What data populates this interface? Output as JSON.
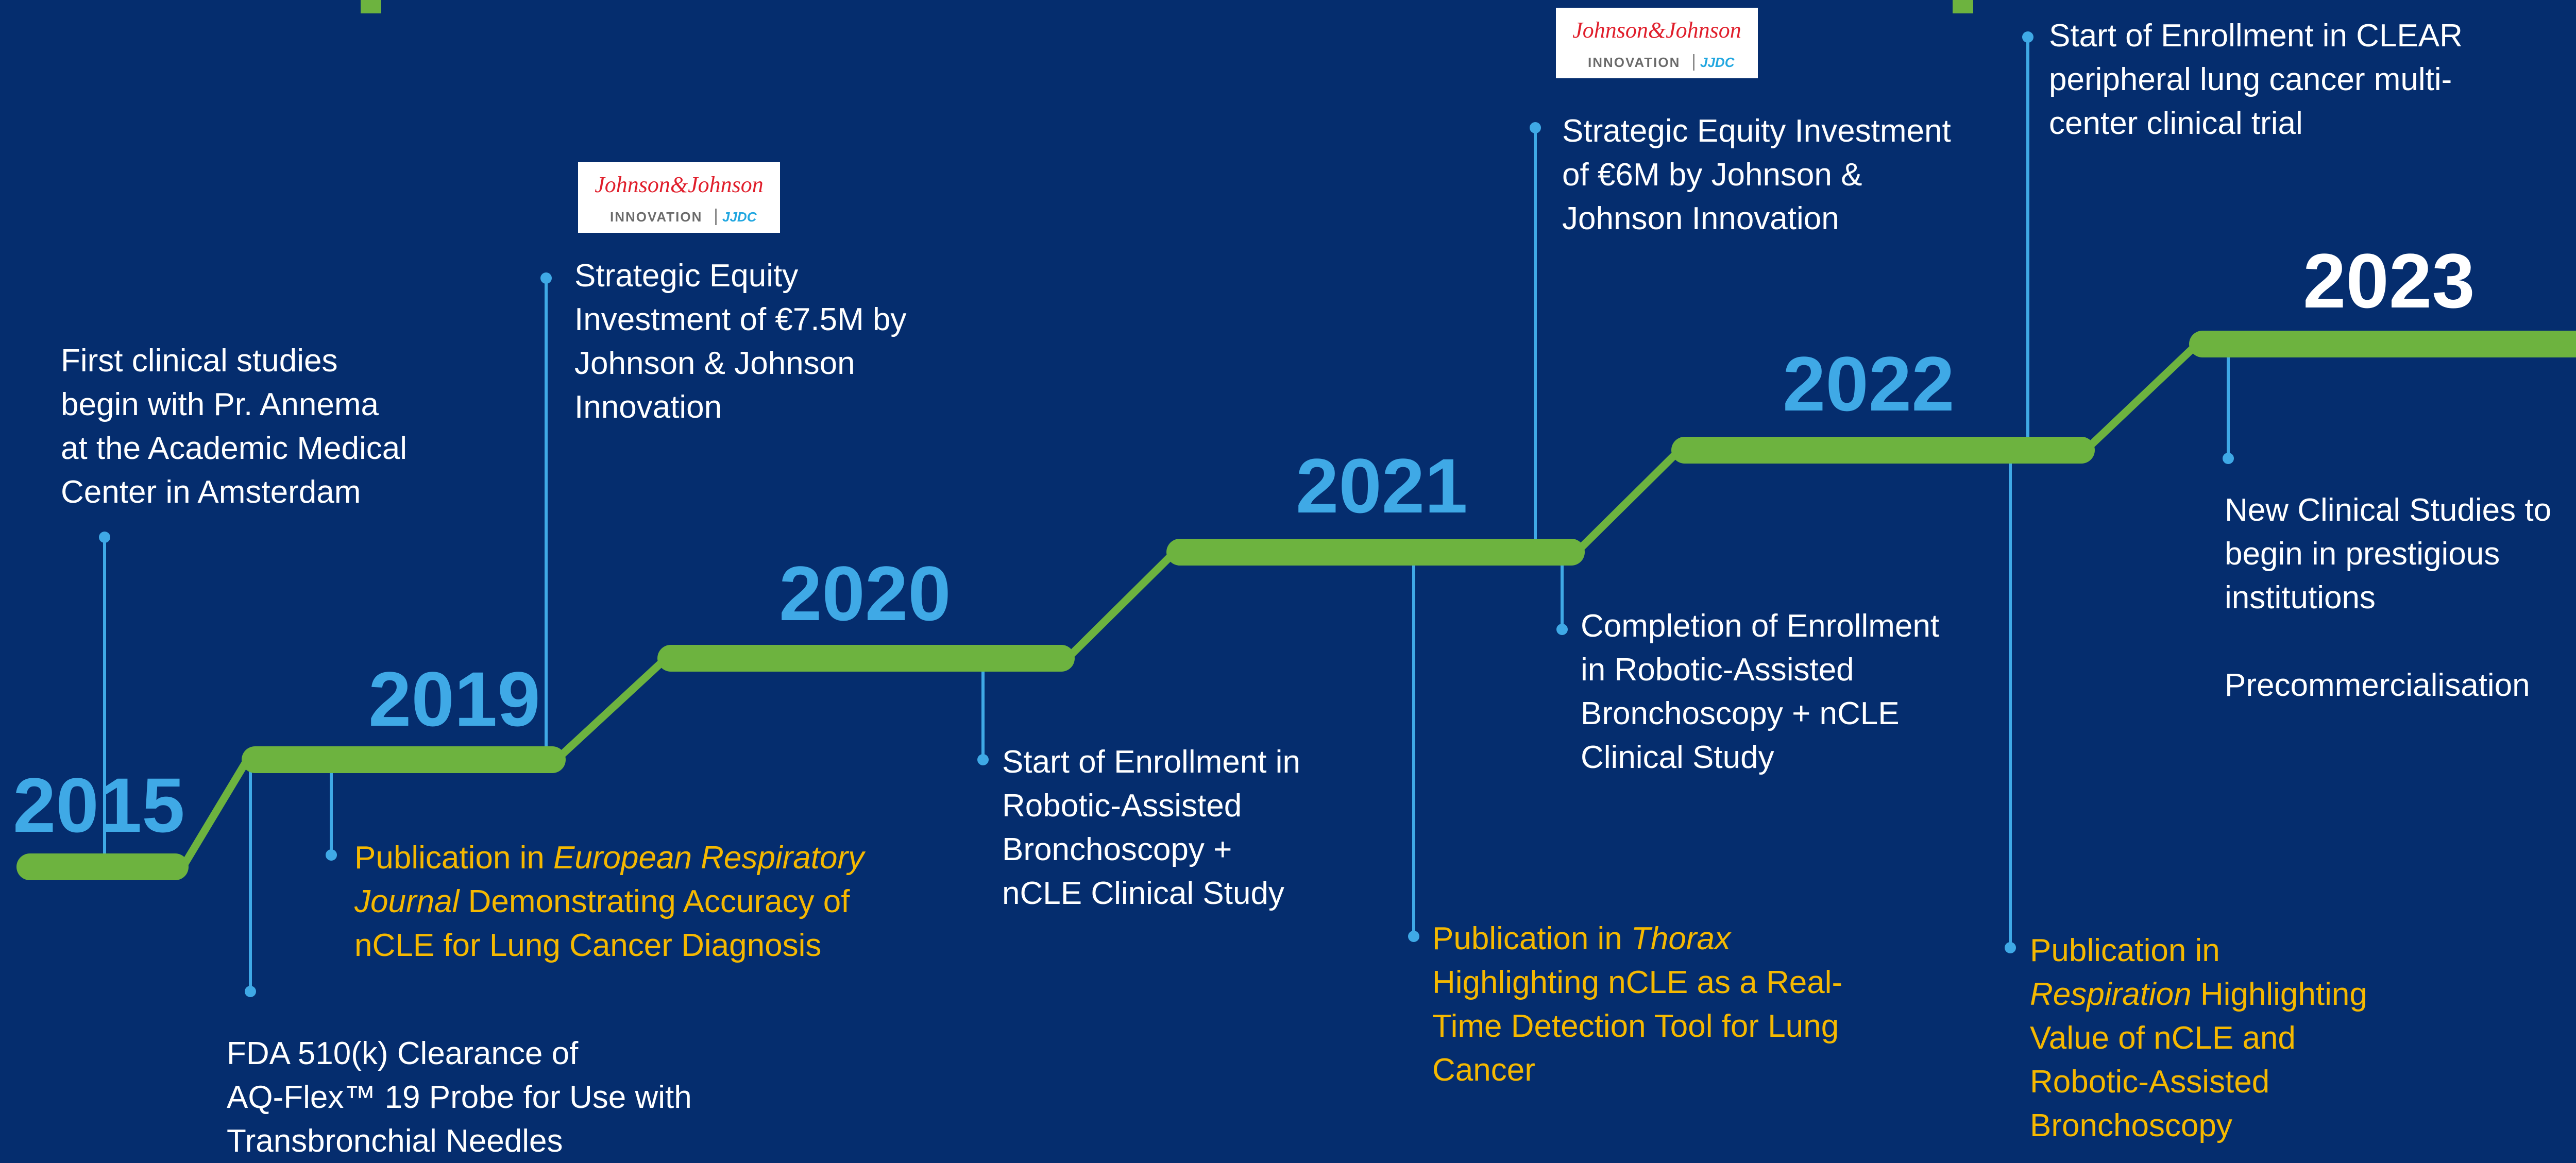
{
  "colors": {
    "background": "#052d6e",
    "step_green": "#6db33f",
    "connector_blue": "#3fa9e6",
    "year_blue": "#3fa9e6",
    "text_white": "#ffffff",
    "publication_gold": "#f5b800"
  },
  "years": {
    "y2015": "2015",
    "y2019": "2019",
    "y2020": "2020",
    "y2021": "2021",
    "y2022": "2022",
    "y2023": "2023"
  },
  "events": {
    "first_clinical": [
      "First clinical studies",
      "begin with Pr. Annema",
      "at the Academic Medical",
      "Center in Amsterdam"
    ],
    "fda_clearance": [
      "FDA 510(k) Clearance of",
      "AQ-Flex™ 19 Probe for Use with",
      "Transbronchial Needles"
    ],
    "erj_publication": {
      "l1_pre": "Publication in ",
      "l1_em": "European Respiratory",
      "l2_em": "Journal",
      "l2_post": " Demonstrating Accuracy of",
      "l3": "nCLE for Lung Cancer Diagnosis"
    },
    "equity_2019": [
      "Strategic Equity",
      "Investment of €7.5M by",
      "Johnson & Johnson",
      "Innovation"
    ],
    "enrollment_start_robotic": [
      "Start of Enrollment in",
      "Robotic-Assisted",
      "Bronchoscopy +",
      "nCLE Clinical Study"
    ],
    "thorax_publication": {
      "l1_pre": "Publication in ",
      "l1_em": "Thorax",
      "l2": "Highlighting nCLE as a Real-",
      "l3": "Time Detection Tool for Lung",
      "l4": "Cancer"
    },
    "equity_2021": [
      "Strategic Equity Investment",
      "of €6M by Johnson &",
      "Johnson Innovation"
    ],
    "enrollment_complete": [
      "Completion of Enrollment",
      "in Robotic-Assisted",
      "Bronchoscopy + nCLE",
      "Clinical Study"
    ],
    "clear_trial": [
      "Start of Enrollment in CLEAR",
      "peripheral lung cancer multi-",
      "center clinical trial"
    ],
    "respiration_publication": {
      "l1": "Publication in",
      "l2_em": "Respiration",
      "l2_post": " Highlighting",
      "l3": "Value of nCLE and",
      "l4": "Robotic-Assisted",
      "l5": "Bronchoscopy"
    },
    "new_studies": [
      "New Clinical Studies to",
      "begin in prestigious",
      "institutions"
    ],
    "precommercialisation": "Precommercialisation"
  },
  "logo": {
    "brand": "Johnson&Johnson",
    "innovation": "INNOVATION",
    "jjdc": "JJDC"
  }
}
